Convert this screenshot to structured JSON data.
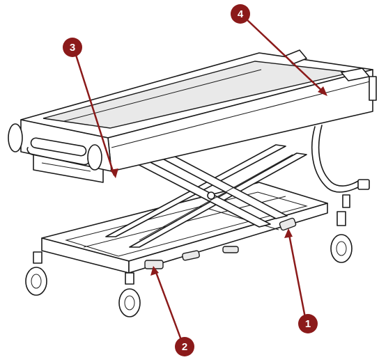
{
  "colors": {
    "callout_fill": "#8b1a1a",
    "callout_text": "#ffffff",
    "leader_line": "#8b1a1a",
    "drawing_line": "#1a1a1a"
  },
  "callouts": [
    {
      "label": "1"
    },
    {
      "label": "2"
    },
    {
      "label": "3"
    },
    {
      "label": "4"
    }
  ]
}
